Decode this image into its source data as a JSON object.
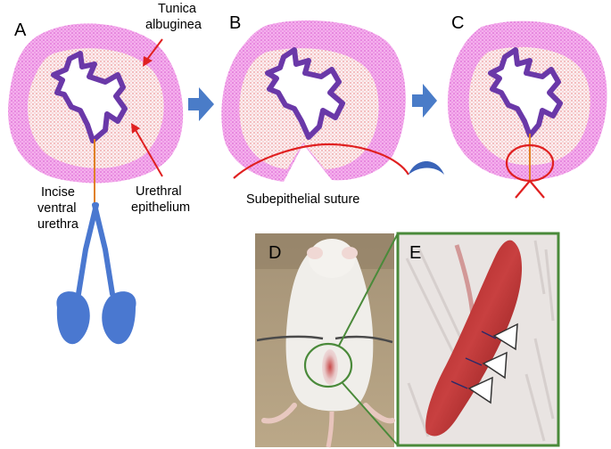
{
  "panels": {
    "a": "A",
    "b": "B",
    "c": "C",
    "d": "D",
    "e": "E"
  },
  "labels": {
    "tunica_1": "Tunica",
    "tunica_2": "albuginea",
    "urethral_1": "Urethral",
    "urethral_2": "epithelium",
    "incise_1": "Incise",
    "incise_2": "ventral",
    "incise_3": "urethra",
    "suture": "Subepithelial suture"
  },
  "colors": {
    "tunica_pink": "#f1a4e8",
    "stroma_pink": "#f8e4ec",
    "epithelium_purple": "#6a38a8",
    "suture_red": "#e02020",
    "arrow_blue": "#4a7cc8",
    "scissors_blue": "#4a78d0",
    "incision_orange": "#e08020",
    "inset_green": "#4a8a3a"
  },
  "icons": {
    "flow_arrow": "right-arrow-icon",
    "scissors": "scissors-icon",
    "needle": "curved-needle-icon",
    "suture_marks": "triangle-pointer-icon"
  }
}
